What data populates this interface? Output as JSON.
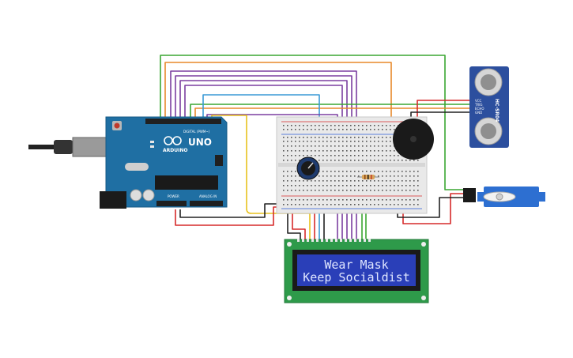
{
  "arduino": {
    "brand": "ARDUINO",
    "model": "UNO",
    "digital_label": "DIGITAL (PWM~)",
    "analog_label": "ANALOG IN",
    "power_label": "POWER"
  },
  "sensor": {
    "model": "HC-SR04",
    "pins": [
      "VCC",
      "TRIG",
      "ECHO",
      "GND"
    ]
  },
  "lcd": {
    "line1": "Wear Mask",
    "line2": "Keep Socialdist"
  },
  "colors": {
    "board_blue": "#1f6fa3",
    "sensor_blue": "#2c4f9e",
    "lcd_pcb": "#2e9a4a",
    "lcd_screen": "#2a3fb8",
    "breadboard": "#e9e9e9",
    "wire_green": "#3aa632",
    "wire_orange": "#e8892a",
    "wire_purple": "#7b3fa0",
    "wire_teal": "#3a9ad6",
    "wire_yellow": "#e8c21e",
    "wire_red": "#d62a2a",
    "wire_black": "#222222"
  }
}
